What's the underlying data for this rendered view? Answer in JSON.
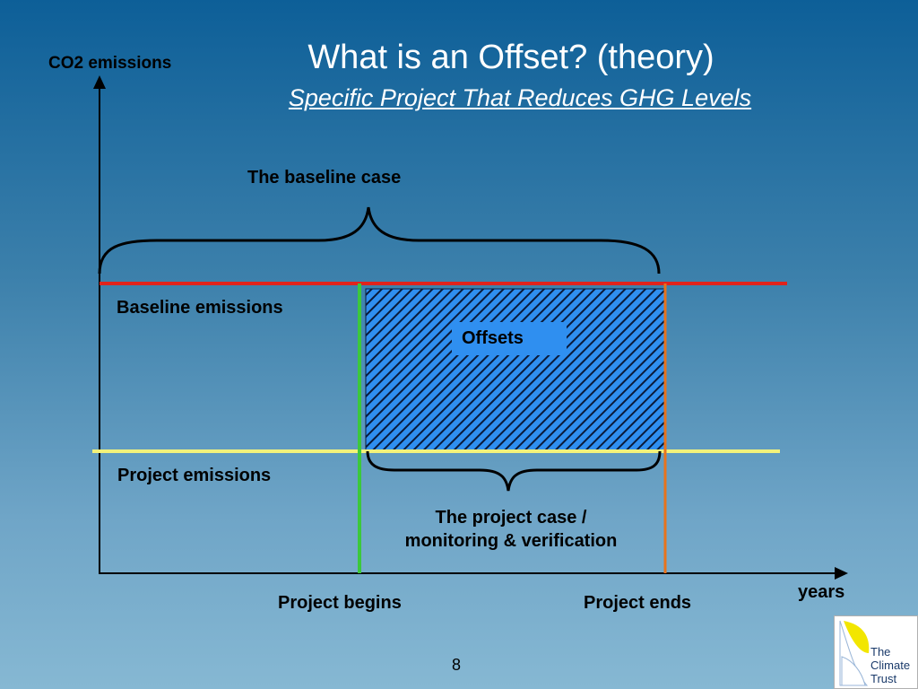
{
  "slide": {
    "title": "What is an Offset? (theory)",
    "subtitle": "Specific Project That Reduces GHG Levels",
    "page_number": "8"
  },
  "diagram": {
    "y_axis_label": "CO2 emissions",
    "x_axis_label": "years",
    "baseline_case": "The baseline case",
    "baseline_emissions": "Baseline emissions",
    "offsets": "Offsets",
    "project_emissions": "Project emissions",
    "project_case": "The project case / monitoring & verification",
    "project_begins": "Project begins",
    "project_ends": "Project ends"
  },
  "logo": {
    "line1": "The",
    "line2": "Climate",
    "line3": "Trust"
  },
  "colors": {
    "baseline_line": "#e0231c",
    "project_line": "#f2f27a",
    "begin_line": "#3cc83c",
    "end_line": "#e8731c",
    "offset_fill": "#2f8ff0"
  }
}
